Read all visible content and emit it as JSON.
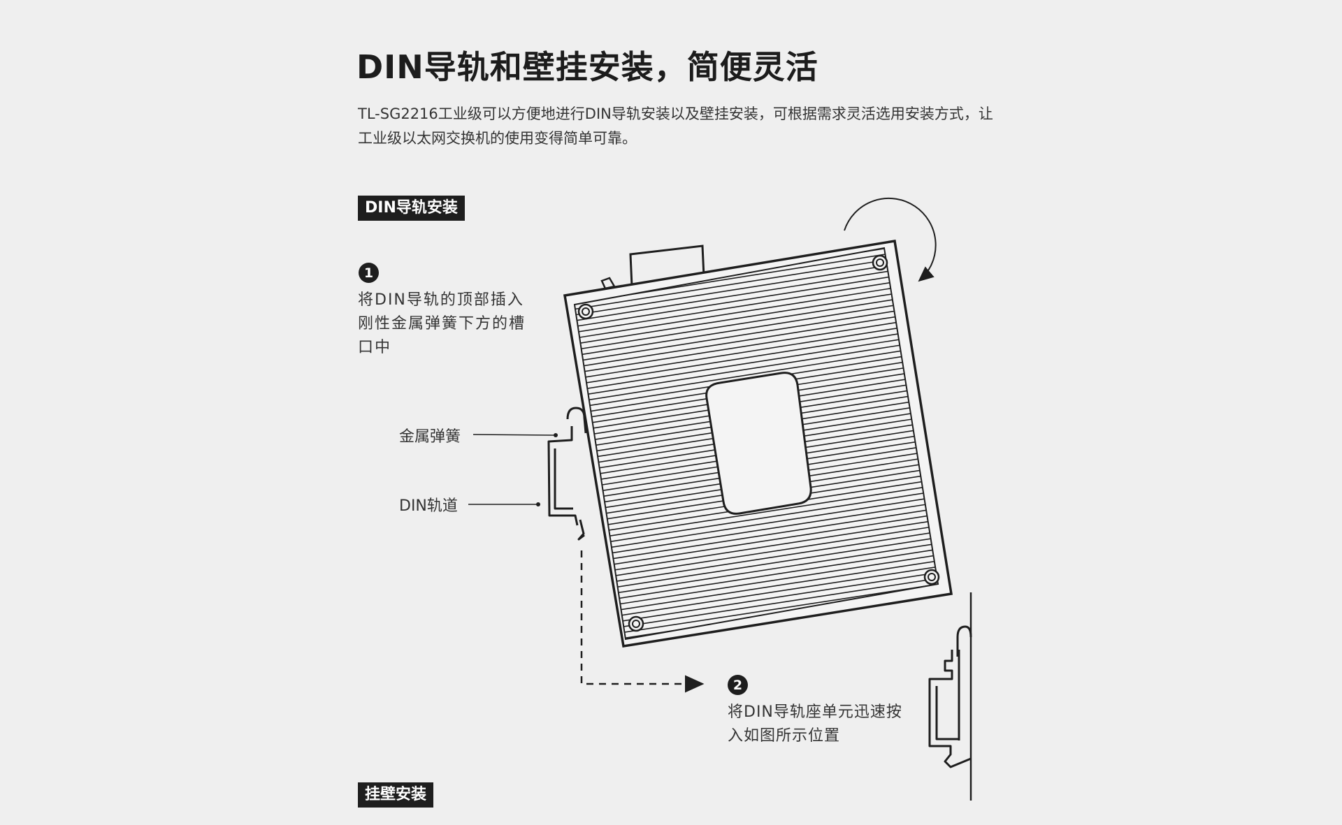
{
  "header": {
    "title": "DIN导轨和壁挂安装，简便灵活",
    "description": "TL-SG2216工业级可以方便地进行DIN导轨安装以及壁挂安装，可根据需求灵活选用安装方式，让工业级以太网交换机的使用变得简单可靠。"
  },
  "sections": {
    "din_label": "DIN导轨安装",
    "wall_label": "挂壁安装"
  },
  "steps": [
    {
      "number": "1",
      "text": "将DIN导轨的顶部插入刚性金属弹簧下方的槽口中"
    },
    {
      "number": "2",
      "text": "将DIN导轨座单元迅速按入如图所示位置"
    }
  ],
  "callouts": {
    "spring": "金属弹簧",
    "rail": "DIN轨道"
  },
  "colors": {
    "background": "#efefef",
    "ink": "#1e1e1e",
    "tag_text": "#ffffff"
  },
  "icons": [
    "rotate-arrow-icon",
    "dashed-arrow-icon"
  ]
}
